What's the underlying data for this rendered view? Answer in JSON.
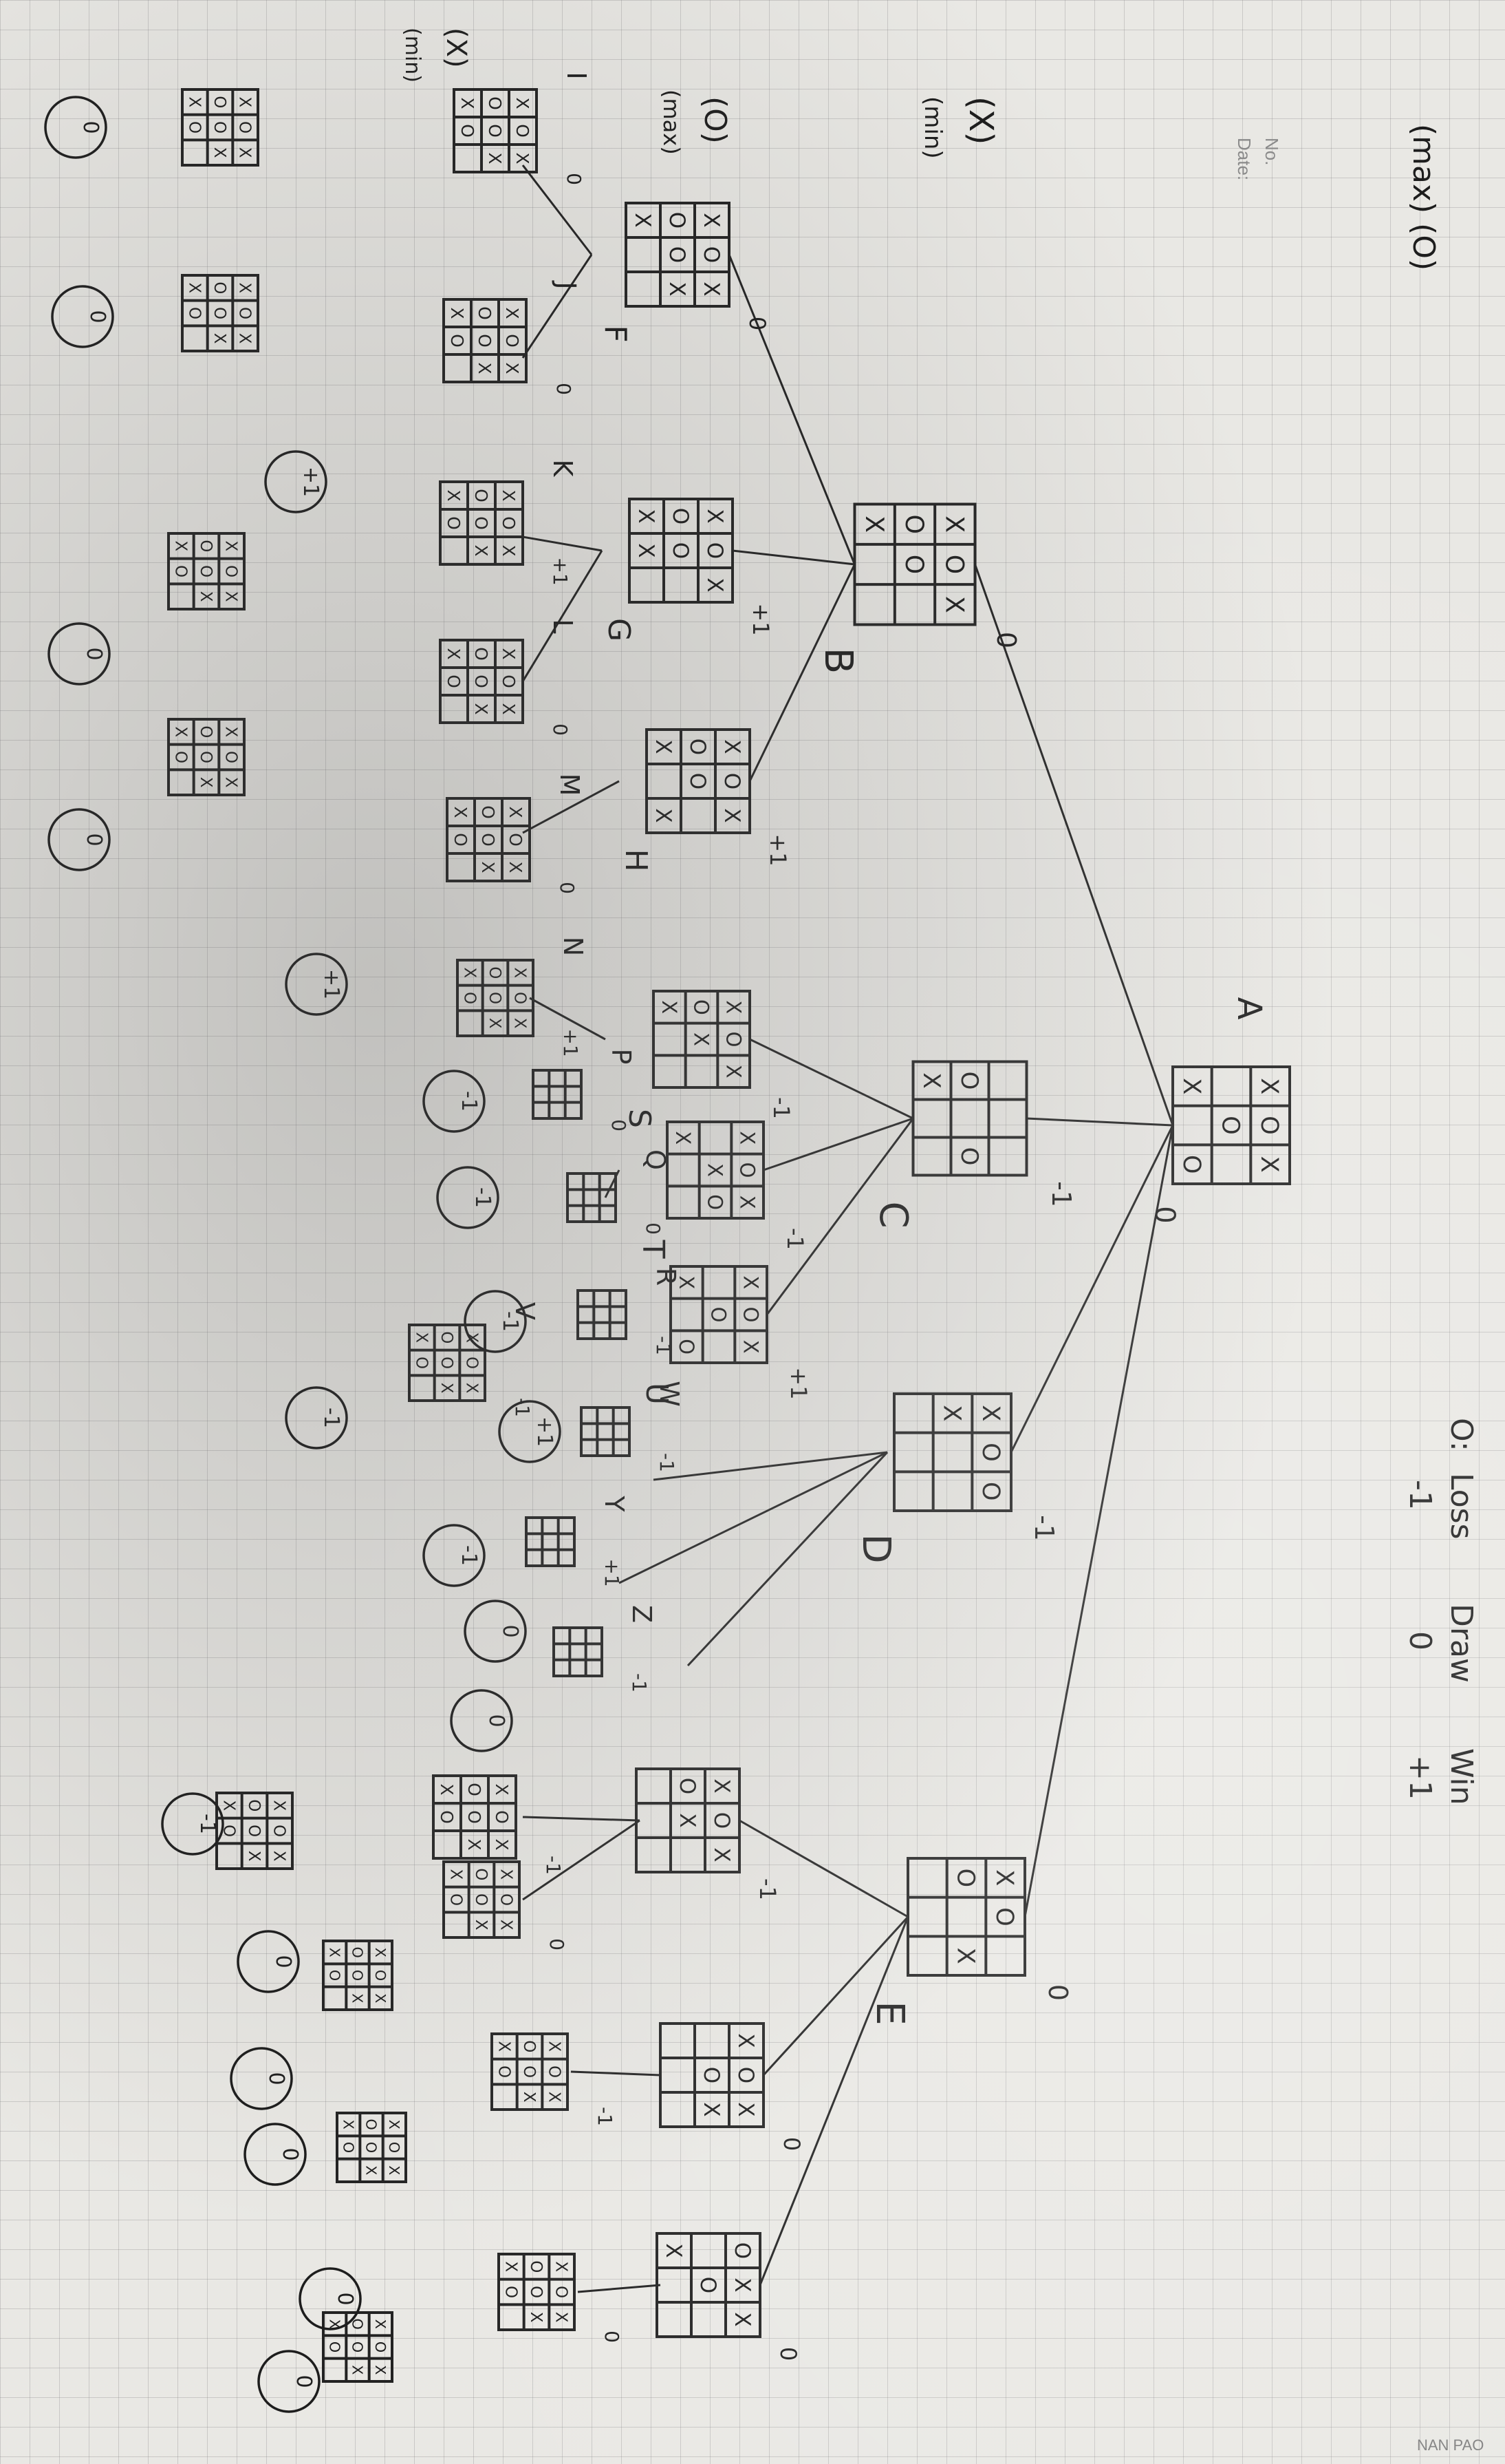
{
  "header": {
    "no_label": "No.",
    "date_label": "Date:",
    "player_note": "(max) (O)",
    "player_x_label": "(X)",
    "player_x_role": "(min)",
    "level_labels": [
      "(O)",
      "(max)",
      "(X)",
      "(min)"
    ]
  },
  "legend": {
    "symbol": "O:",
    "entries": [
      {
        "label": "Loss",
        "value": "-1"
      },
      {
        "label": "Draw",
        "value": "0"
      },
      {
        "label": "Win",
        "value": "+1"
      }
    ]
  },
  "footer": {
    "brand": "NAN PAO"
  },
  "tree": {
    "root": {
      "name": "A",
      "board": [
        "X",
        "O",
        "X",
        "",
        "O",
        "",
        "X",
        "",
        "O"
      ],
      "value": "0"
    },
    "children": [
      {
        "name": "B",
        "value": "0",
        "board": [
          "X",
          "O",
          "X",
          "O",
          "O",
          "",
          "X",
          "",
          ""
        ]
      },
      {
        "name": "C",
        "value": "-1",
        "board": [
          "",
          "",
          "",
          "O",
          "",
          "O",
          "X",
          "",
          ""
        ]
      },
      {
        "name": "D",
        "value": "-1",
        "board": [
          "X",
          "O",
          "O",
          "X",
          "",
          "",
          "",
          "",
          ""
        ]
      },
      {
        "name": "E",
        "value": "0",
        "board": [
          "X",
          "O",
          "",
          "O",
          "",
          "X",
          "",
          "",
          ""
        ]
      }
    ],
    "grandchildren": [
      {
        "name": "F",
        "value": "0",
        "board": [
          "X",
          "O",
          "X",
          "O",
          "O",
          "X",
          "X",
          "",
          ""
        ]
      },
      {
        "name": "G",
        "value": "+1",
        "board": [
          "X",
          "O",
          "X",
          "O",
          "O",
          "",
          "X",
          "X",
          ""
        ]
      },
      {
        "name": "H",
        "value": "+1",
        "board": [
          "X",
          "O",
          "X",
          "O",
          "O",
          "",
          "X",
          "",
          "X"
        ]
      },
      {
        "name": "S",
        "value": "-1",
        "board": [
          "X",
          "O",
          "X",
          "O",
          "X",
          "",
          "X",
          "",
          ""
        ]
      },
      {
        "name": "T",
        "value": "-1",
        "board": [
          "X",
          "O",
          "X",
          "",
          "X",
          "O",
          "X",
          "",
          ""
        ]
      },
      {
        "name": "U",
        "value": "+1",
        "board": [
          "X",
          "O",
          "X",
          "",
          "O",
          "",
          "X",
          "",
          "O"
        ]
      },
      {
        "name": "",
        "value": "-1",
        "board": [
          "X",
          "O",
          "X",
          "O",
          "X",
          "",
          "",
          "",
          ""
        ]
      },
      {
        "name": "",
        "value": "0",
        "board": [
          "X",
          "O",
          "X",
          "",
          "O",
          "X",
          "",
          "",
          ""
        ]
      },
      {
        "name": "",
        "value": "0",
        "board": [
          "O",
          "X",
          "X",
          "",
          "O",
          "",
          "X",
          "",
          ""
        ]
      }
    ],
    "leaf_labels": [
      "I",
      "J",
      "K",
      "L",
      "M",
      "N",
      "P",
      "Q",
      "R",
      "V",
      "W",
      "Y",
      "Z"
    ],
    "leaf_values": [
      "0",
      "0",
      "+1",
      "0",
      "0",
      "+1",
      "0",
      "0",
      "-1",
      "-1",
      "-1",
      "+1",
      "-1",
      "-1",
      "0",
      "-1",
      "0",
      "0",
      "0",
      "0",
      "0",
      "0",
      "0"
    ],
    "circled_results": [
      "0",
      "0",
      "+1",
      "0",
      "0",
      "+1",
      "-1",
      "-1",
      "-1",
      "+1",
      "-1",
      "-1",
      "0",
      "-1",
      "0",
      "0",
      "0",
      "0",
      "0",
      "0"
    ]
  }
}
